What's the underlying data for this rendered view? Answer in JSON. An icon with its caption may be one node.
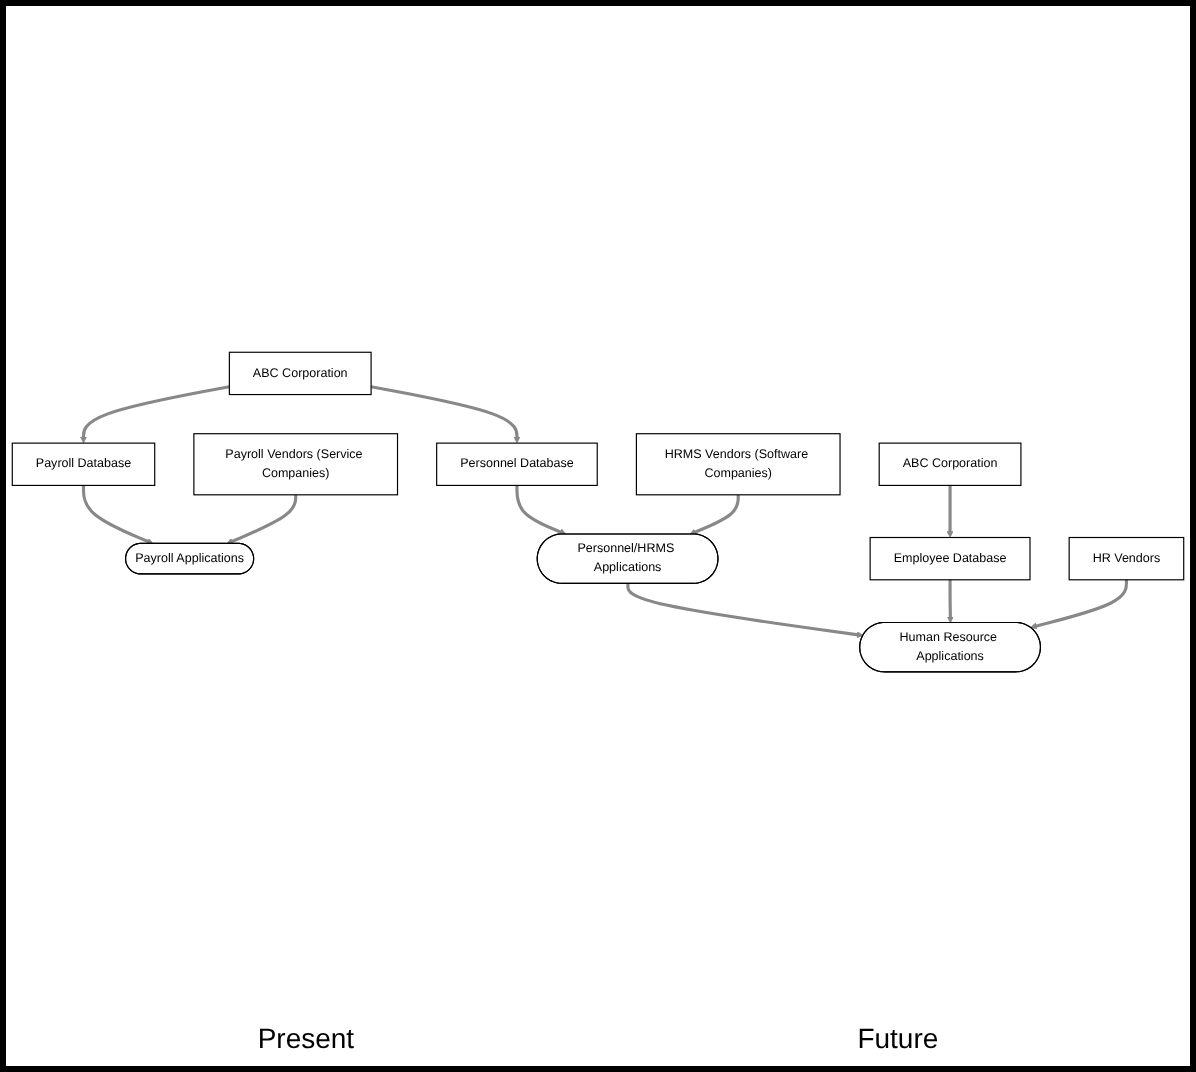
{
  "diagram": {
    "nodes": [
      {
        "text": [
          "ABC Corporation"
        ]
      },
      {
        "text": [
          "Payroll Database"
        ]
      },
      {
        "text": [
          "Personnel Database"
        ]
      },
      {
        "text": [
          "Payroll Applications"
        ]
      },
      {
        "text": [
          "Personnel/HRMS Applications"
        ]
      },
      {
        "text": [
          "Payroll Vendors (Service Companies)"
        ]
      },
      {
        "text": [
          "HRMS Vendors (Software Companies)"
        ]
      },
      {
        "text": [
          "ABC Corporation"
        ]
      },
      {
        "text": [
          "Employee Database"
        ]
      },
      {
        "text": [
          "Human Resource Applications"
        ]
      },
      {
        "text": [
          "HR Vendors"
        ]
      }
    ],
    "edges": [
      {
        "from": 0,
        "to": 1,
        "arrow": "to"
      },
      {
        "from": 0,
        "to": 2,
        "arrow": "to"
      },
      {
        "from": 1,
        "to": 3,
        "arrow": "to"
      },
      {
        "from": 2,
        "to": 4,
        "arrow": "to"
      },
      {
        "from": 5,
        "to": 3,
        "arrow": "to"
      },
      {
        "from": 6,
        "to": 4,
        "arrow": "to"
      },
      {
        "from": 4,
        "to": 9,
        "arrow": "to"
      },
      {
        "from": 7,
        "to": 8,
        "arrow": "to"
      },
      {
        "from": 8,
        "to": 9,
        "arrow": "to"
      },
      {
        "from": 10,
        "to": 9,
        "arrow": "to"
      }
    ],
    "labels": [
      "Present",
      "Future"
    ]
  }
}
